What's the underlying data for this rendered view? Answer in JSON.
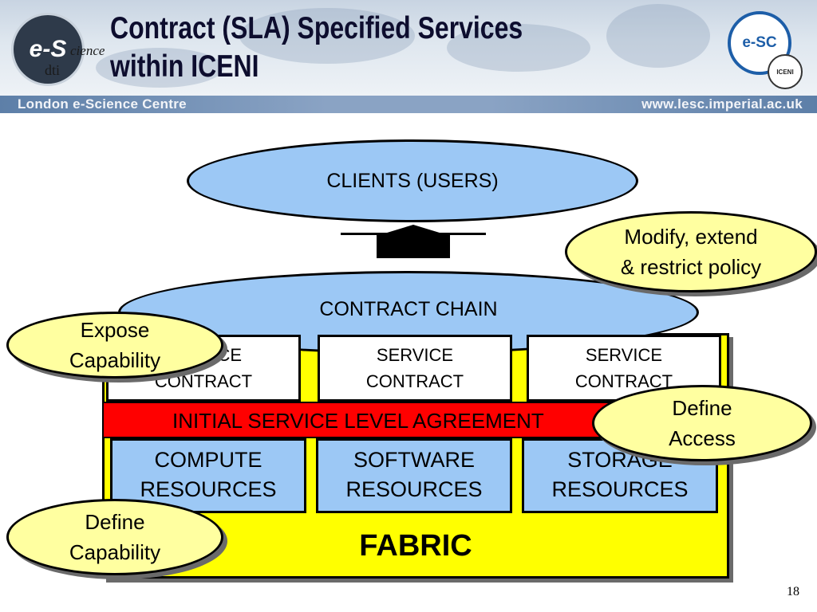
{
  "header": {
    "title_line1": "Contract (SLA) Specified Services",
    "title_line2": "within ICENI",
    "band_left": "London e-Science Centre",
    "band_right": "www.lesc.imperial.ac.uk",
    "logo_left_main": "e-S",
    "logo_left_script": "cience",
    "logo_left_sub": "dti",
    "logo_right_main": "e-SC",
    "logo_right_badge": "ICENI"
  },
  "diagram": {
    "clients": "CLIENTS (USERS)",
    "contract_chain": "CONTRACT CHAIN",
    "service_contracts": [
      {
        "line1": "SERVICE",
        "line2": "CONTRACT"
      },
      {
        "line1": "SERVICE",
        "line2": "CONTRACT"
      },
      {
        "line1": "SERVICE",
        "line2": "CONTRACT"
      }
    ],
    "sla_bar": "INITIAL SERVICE LEVEL AGREEMENT",
    "resources": [
      {
        "line1": "COMPUTE",
        "line2": "RESOURCES"
      },
      {
        "line1": "SOFTWARE",
        "line2": "RESOURCES"
      },
      {
        "line1": "STORAGE",
        "line2": "RESOURCES"
      }
    ],
    "fabric": "FABRIC"
  },
  "callouts": {
    "modify": {
      "line1": "Modify, extend",
      "line2": "& restrict policy"
    },
    "expose": {
      "line1": "Expose",
      "line2": "Capability"
    },
    "define_access": {
      "line1": "Define",
      "line2": "Access"
    },
    "define_capability": {
      "line1": "Define",
      "line2": "Capability"
    }
  },
  "colors": {
    "ellipse_blue": "#9cc8f5",
    "callout_yellow": "#ffffa0",
    "fabric_yellow": "#ffff00",
    "sla_red": "#ff0000"
  },
  "page_number": "18"
}
